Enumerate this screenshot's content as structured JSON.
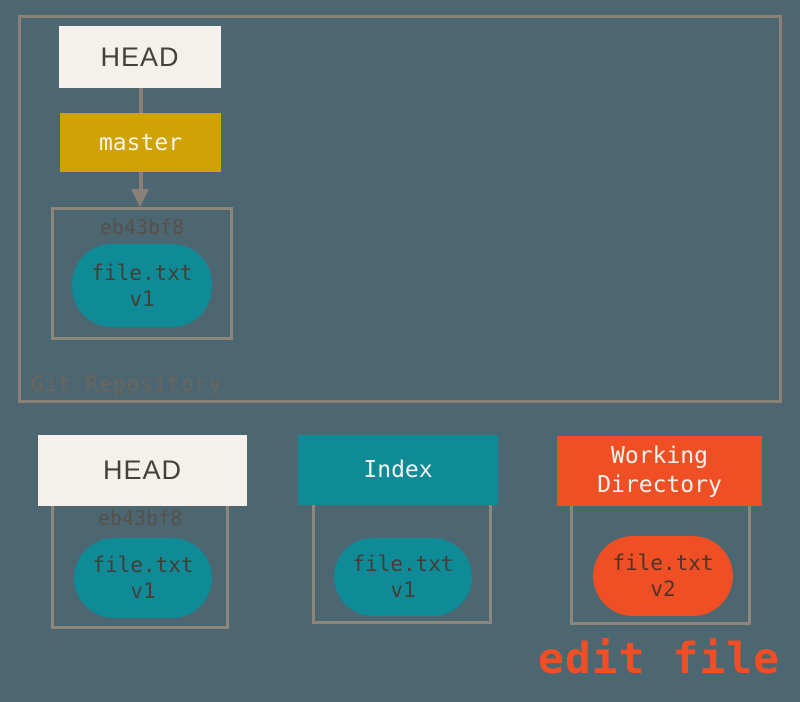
{
  "colors": {
    "background": "#4C6771",
    "container_border": "#8A8076",
    "file_box_border": "#8E857B",
    "connector": "#8B8078",
    "cream": "#F3F1E9",
    "gold": "#CFA205",
    "teal": "#0F8A97",
    "orange_red": "#F04E24",
    "dark_text": "#45403A",
    "bubble_text": "#453E37",
    "hash_text": "#56514B",
    "repo_label_text": "#6B655D"
  },
  "repository": {
    "label": "Git Repository",
    "head_label": "HEAD",
    "branch_label": "master",
    "commit": {
      "hash": "eb43bf8",
      "file_name": "file.txt",
      "file_version": "v1"
    }
  },
  "columns": [
    {
      "label": "HEAD",
      "hash": "eb43bf8",
      "file_name": "file.txt",
      "file_version": "v1"
    },
    {
      "label": "Index",
      "file_name": "file.txt",
      "file_version": "v1"
    },
    {
      "label": "Working Directory",
      "file_name": "file.txt",
      "file_version": "v2"
    }
  ],
  "annotation": "edit file"
}
